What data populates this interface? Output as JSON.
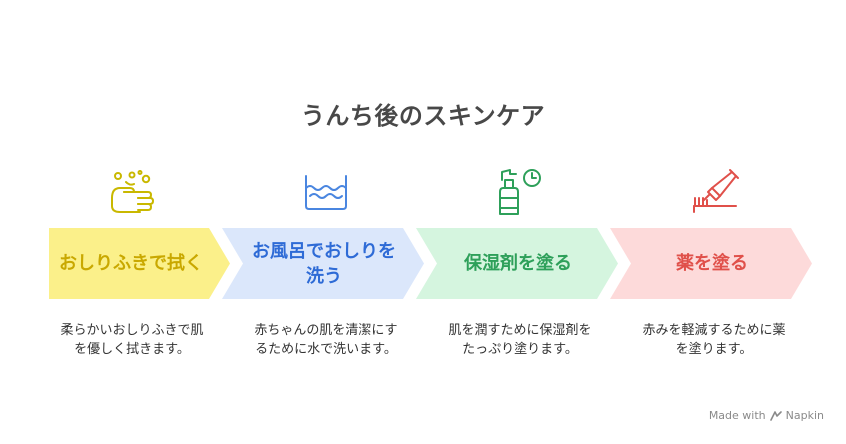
{
  "title": "うんち後のスキンケア",
  "steps": [
    {
      "label": "おしりふきで拭く",
      "desc": "柔らかいおしりふきで肌を優しく拭きます。",
      "color": "#fbf08a",
      "text_color": "#c9a800",
      "icon": "wiping-hands-icon"
    },
    {
      "label": "お風呂でおしりを洗う",
      "desc": "赤ちゃんの肌を清潔にするために水で洗います。",
      "color": "#dbe7fb",
      "text_color": "#2e6bd6",
      "icon": "water-waves-icon"
    },
    {
      "label": "保湿剤を塗る",
      "desc": "肌を潤すために保湿剤をたっぷり塗ります。",
      "color": "#d5f5df",
      "text_color": "#2ea05a",
      "icon": "lotion-bottle-icon"
    },
    {
      "label": "薬を塗る",
      "desc": "赤みを軽減するために薬を塗ります。",
      "color": "#fddada",
      "text_color": "#e0504a",
      "icon": "ointment-tube-icon"
    }
  ],
  "footer": {
    "text": "Made with",
    "brand": "Napkin"
  }
}
